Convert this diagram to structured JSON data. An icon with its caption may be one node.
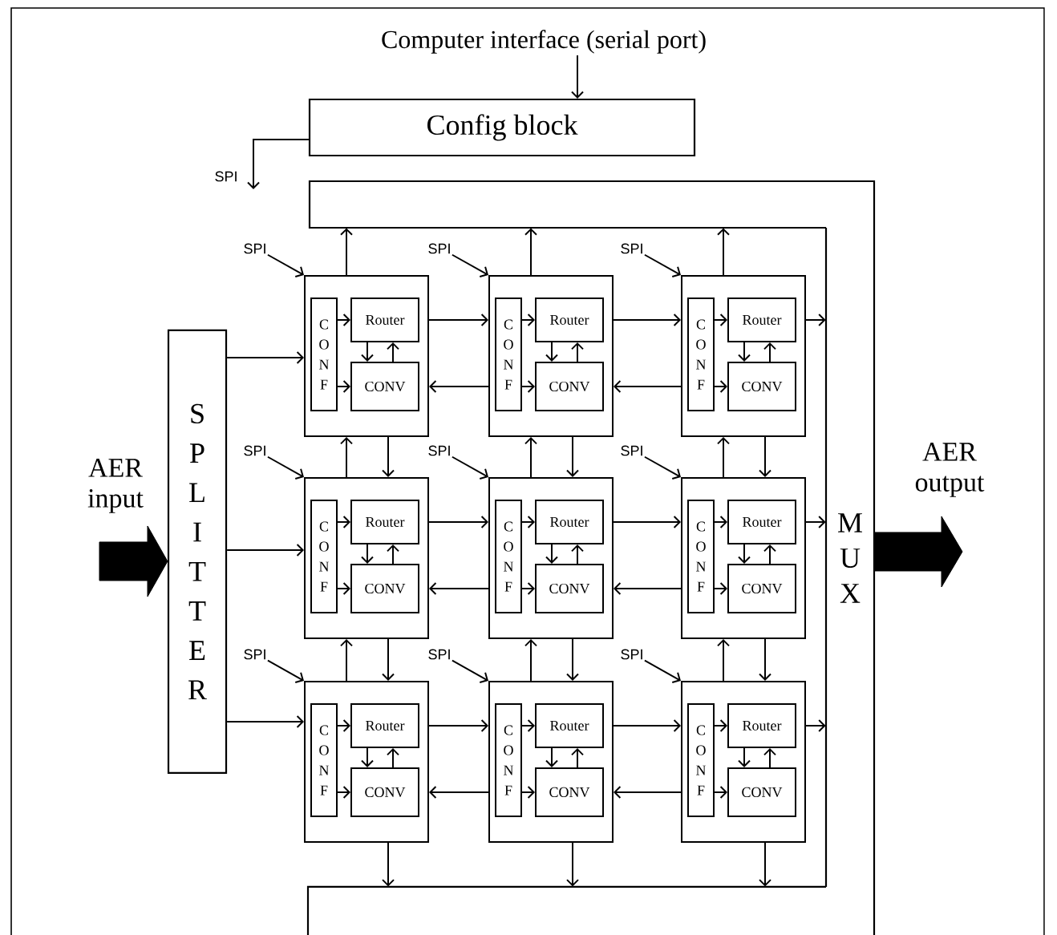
{
  "diagram": {
    "nodes": [
      {
        "text": [
          "Computer interface (serial port)"
        ]
      },
      {
        "text": [
          "Config block"
        ]
      },
      {
        "text": [
          "MUX"
        ]
      },
      {
        "text": [
          "SPLITTER"
        ]
      },
      {
        "text": [
          "SPI"
        ]
      },
      {
        "text": [],
        "shape": "box"
      },
      {
        "text": [
          "CONF"
        ],
        "in": 5
      },
      {
        "text": [
          "Router"
        ],
        "in": 5
      },
      {
        "text": [
          "CONV"
        ],
        "in": 5
      },
      {
        "text": [
          "SPI"
        ]
      },
      {
        "text": [],
        "shape": "box"
      },
      {
        "text": [
          "CONF"
        ],
        "in": 10
      },
      {
        "text": [
          "Router"
        ],
        "in": 10
      },
      {
        "text": [
          "CONV"
        ],
        "in": 10
      },
      {
        "text": [
          "SPI"
        ]
      },
      {
        "text": [],
        "shape": "box"
      },
      {
        "text": [
          "CONF"
        ],
        "in": 15
      },
      {
        "text": [
          "Router"
        ],
        "in": 15
      },
      {
        "text": [
          "CONV"
        ],
        "in": 15
      },
      {
        "text": [
          "SPI"
        ]
      },
      {
        "text": [],
        "shape": "box"
      },
      {
        "text": [
          "CONF"
        ],
        "in": 20
      },
      {
        "text": [
          "Router"
        ],
        "in": 20
      },
      {
        "text": [
          "CONV"
        ],
        "in": 20
      },
      {
        "text": [
          "SPI"
        ]
      },
      {
        "text": [],
        "shape": "box"
      },
      {
        "text": [
          "CONF"
        ],
        "in": 25
      },
      {
        "text": [
          "Router"
        ],
        "in": 25
      },
      {
        "text": [
          "CONV"
        ],
        "in": 25
      },
      {
        "text": [
          "SPI"
        ]
      },
      {
        "text": [],
        "shape": "box"
      },
      {
        "text": [
          "CONF"
        ],
        "in": 30
      },
      {
        "text": [
          "Router"
        ],
        "in": 30
      },
      {
        "text": [
          "CONV"
        ],
        "in": 30
      },
      {
        "text": [
          "SPI"
        ]
      },
      {
        "text": [],
        "shape": "box"
      },
      {
        "text": [
          "CONF"
        ],
        "in": 35
      },
      {
        "text": [
          "Router"
        ],
        "in": 35
      },
      {
        "text": [
          "CONV"
        ],
        "in": 35
      },
      {
        "text": [
          "SPI"
        ]
      },
      {
        "text": [],
        "shape": "box"
      },
      {
        "text": [
          "CONF"
        ],
        "in": 40
      },
      {
        "text": [
          "Router"
        ],
        "in": 40
      },
      {
        "text": [
          "CONV"
        ],
        "in": 40
      },
      {
        "text": [
          "SPI"
        ]
      },
      {
        "text": [],
        "shape": "box"
      },
      {
        "text": [
          "CONF"
        ],
        "in": 45
      },
      {
        "text": [
          "Router"
        ],
        "in": 45
      },
      {
        "text": [
          "CONV"
        ],
        "in": 45
      },
      {
        "text": [],
        "shape": "bar"
      },
      {
        "text": [],
        "shape": "bar"
      }
    ],
    "edges": [
      {
        "from": 0,
        "to": 1,
        "arrow": "to"
      },
      {
        "from": 1,
        "to": null,
        "arrow": "to",
        "label": "SPI"
      },
      {
        "from": null,
        "to": 3,
        "arrow": "to",
        "label": "AER input",
        "style": "thick"
      },
      {
        "from": 2,
        "to": null,
        "arrow": "to",
        "label": "AER output",
        "style": "thick"
      },
      {
        "from": 3,
        "to": 5,
        "arrow": "to"
      },
      {
        "from": 3,
        "to": 20,
        "arrow": "to"
      },
      {
        "from": 3,
        "to": 35,
        "arrow": "to"
      },
      {
        "from": 4,
        "to": 5,
        "arrow": "to"
      },
      {
        "from": 9,
        "to": 10,
        "arrow": "to"
      },
      {
        "from": 14,
        "to": 15,
        "arrow": "to"
      },
      {
        "from": 19,
        "to": 20,
        "arrow": "to"
      },
      {
        "from": 24,
        "to": 25,
        "arrow": "to"
      },
      {
        "from": 29,
        "to": 30,
        "arrow": "to"
      },
      {
        "from": 34,
        "to": 35,
        "arrow": "to"
      },
      {
        "from": 39,
        "to": 40,
        "arrow": "to"
      },
      {
        "from": 44,
        "to": 45,
        "arrow": "to"
      },
      {
        "from": 6,
        "to": 7,
        "arrow": "to"
      },
      {
        "from": 6,
        "to": 8,
        "arrow": "to"
      },
      {
        "from": 7,
        "to": 8,
        "arrow": "to"
      },
      {
        "from": 8,
        "to": 7,
        "arrow": "to"
      },
      {
        "from": 11,
        "to": 12,
        "arrow": "to"
      },
      {
        "from": 11,
        "to": 13,
        "arrow": "to"
      },
      {
        "from": 12,
        "to": 13,
        "arrow": "to"
      },
      {
        "from": 13,
        "to": 12,
        "arrow": "to"
      },
      {
        "from": 16,
        "to": 17,
        "arrow": "to"
      },
      {
        "from": 16,
        "to": 18,
        "arrow": "to"
      },
      {
        "from": 17,
        "to": 18,
        "arrow": "to"
      },
      {
        "from": 18,
        "to": 17,
        "arrow": "to"
      },
      {
        "from": 21,
        "to": 22,
        "arrow": "to"
      },
      {
        "from": 21,
        "to": 23,
        "arrow": "to"
      },
      {
        "from": 22,
        "to": 23,
        "arrow": "to"
      },
      {
        "from": 23,
        "to": 22,
        "arrow": "to"
      },
      {
        "from": 26,
        "to": 27,
        "arrow": "to"
      },
      {
        "from": 26,
        "to": 28,
        "arrow": "to"
      },
      {
        "from": 27,
        "to": 28,
        "arrow": "to"
      },
      {
        "from": 28,
        "to": 27,
        "arrow": "to"
      },
      {
        "from": 31,
        "to": 32,
        "arrow": "to"
      },
      {
        "from": 31,
        "to": 33,
        "arrow": "to"
      },
      {
        "from": 32,
        "to": 33,
        "arrow": "to"
      },
      {
        "from": 33,
        "to": 32,
        "arrow": "to"
      },
      {
        "from": 36,
        "to": 37,
        "arrow": "to"
      },
      {
        "from": 36,
        "to": 38,
        "arrow": "to"
      },
      {
        "from": 37,
        "to": 38,
        "arrow": "to"
      },
      {
        "from": 38,
        "to": 37,
        "arrow": "to"
      },
      {
        "from": 41,
        "to": 42,
        "arrow": "to"
      },
      {
        "from": 41,
        "to": 43,
        "arrow": "to"
      },
      {
        "from": 42,
        "to": 43,
        "arrow": "to"
      },
      {
        "from": 43,
        "to": 42,
        "arrow": "to"
      },
      {
        "from": 46,
        "to": 47,
        "arrow": "to"
      },
      {
        "from": 46,
        "to": 48,
        "arrow": "to"
      },
      {
        "from": 47,
        "to": 48,
        "arrow": "to"
      },
      {
        "from": 48,
        "to": 47,
        "arrow": "to"
      },
      {
        "from": 5,
        "to": 10,
        "arrow": "to"
      },
      {
        "from": 10,
        "to": 5,
        "arrow": "to"
      },
      {
        "from": 10,
        "to": 15,
        "arrow": "to"
      },
      {
        "from": 15,
        "to": 10,
        "arrow": "to"
      },
      {
        "from": 20,
        "to": 25,
        "arrow": "to"
      },
      {
        "from": 25,
        "to": 20,
        "arrow": "to"
      },
      {
        "from": 25,
        "to": 30,
        "arrow": "to"
      },
      {
        "from": 30,
        "to": 25,
        "arrow": "to"
      },
      {
        "from": 35,
        "to": 40,
        "arrow": "to"
      },
      {
        "from": 40,
        "to": 35,
        "arrow": "to"
      },
      {
        "from": 40,
        "to": 45,
        "arrow": "to"
      },
      {
        "from": 45,
        "to": 40,
        "arrow": "to"
      },
      {
        "from": 15,
        "to": 2,
        "arrow": "to"
      },
      {
        "from": 30,
        "to": 2,
        "arrow": "to"
      },
      {
        "from": 45,
        "to": 2,
        "arrow": "to"
      },
      {
        "from": 20,
        "to": 5,
        "arrow": "to"
      },
      {
        "from": 5,
        "to": 20,
        "arrow": "to"
      },
      {
        "from": 35,
        "to": 20,
        "arrow": "to"
      },
      {
        "from": 20,
        "to": 35,
        "arrow": "to"
      },
      {
        "from": 25,
        "to": 10,
        "arrow": "to"
      },
      {
        "from": 10,
        "to": 25,
        "arrow": "to"
      },
      {
        "from": 40,
        "to": 25,
        "arrow": "to"
      },
      {
        "from": 25,
        "to": 40,
        "arrow": "to"
      },
      {
        "from": 30,
        "to": 15,
        "arrow": "to"
      },
      {
        "from": 15,
        "to": 30,
        "arrow": "to"
      },
      {
        "from": 45,
        "to": 30,
        "arrow": "to"
      },
      {
        "from": 30,
        "to": 45,
        "arrow": "to"
      },
      {
        "from": 5,
        "to": 49,
        "arrow": "to"
      },
      {
        "from": 10,
        "to": 49,
        "arrow": "to"
      },
      {
        "from": 15,
        "to": 49,
        "arrow": "to"
      },
      {
        "from": 35,
        "to": 50,
        "arrow": "to"
      },
      {
        "from": 40,
        "to": 50,
        "arrow": "to"
      },
      {
        "from": 45,
        "to": 50,
        "arrow": "to"
      }
    ]
  }
}
